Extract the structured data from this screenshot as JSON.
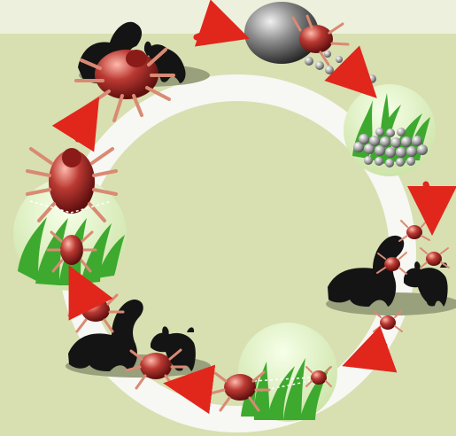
{
  "diagram": {
    "type": "life-cycle",
    "colors": {
      "background": "#d8dfb1",
      "top_band": "#edf0dc",
      "cycle_ring": "#f7f7f3",
      "arrow": "#e1261c",
      "grass_circle": "#d8edbb",
      "grass": "#3ea92f",
      "tick_body": "#9f1f1c",
      "tick_leg": "#d98a73",
      "egg": "#a6a6a6",
      "silhouette": "#141414",
      "shadow": "#98a07c"
    },
    "stages": [
      {
        "id": "engorged-female-on-dogs",
        "icon": "tick-icon"
      },
      {
        "id": "egg-laying-female",
        "icon": "egg-mass-icon"
      },
      {
        "id": "eggs-in-grass",
        "icon": "egg-icon"
      },
      {
        "id": "larvae-on-dogs",
        "icon": "larva-icon"
      },
      {
        "id": "larva-in-grass",
        "icon": "grass-icon"
      },
      {
        "id": "nymph-on-dogs",
        "icon": "nymph-icon"
      },
      {
        "id": "adult-in-grass",
        "icon": "tick-icon"
      }
    ]
  }
}
